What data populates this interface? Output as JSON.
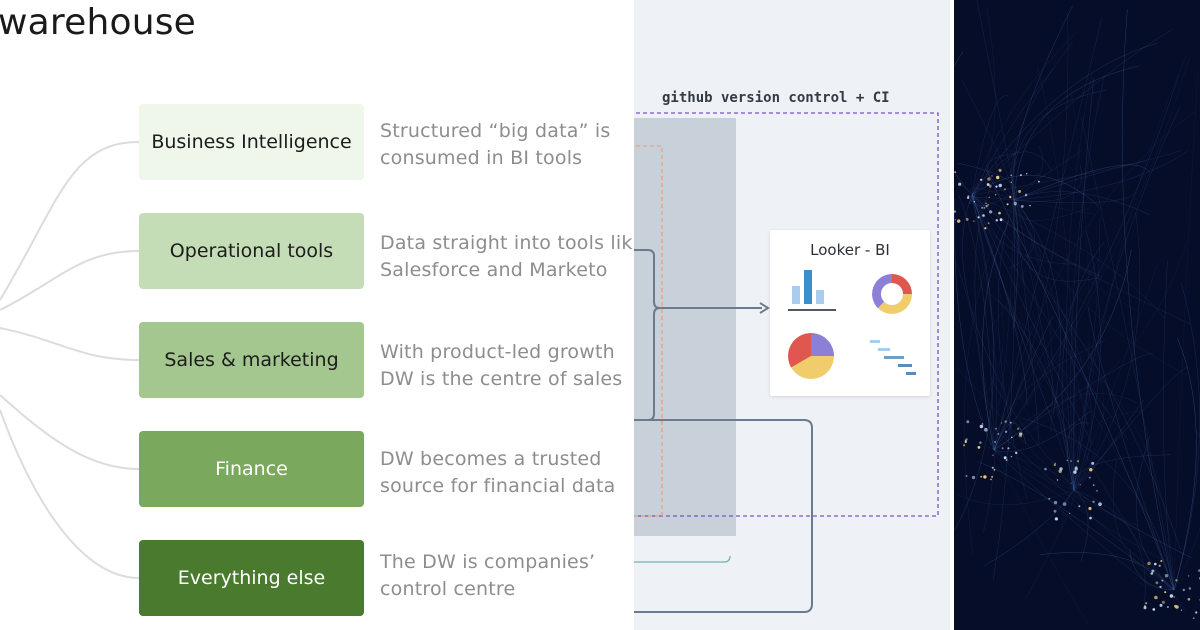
{
  "slide": {
    "title": "warehouse",
    "categories": [
      {
        "label": "Business Intelligence",
        "description": "Structured “big data” is\nconsumed in BI tools",
        "bg": "#eef7ea",
        "fg": "#1c1c1c"
      },
      {
        "label": "Operational tools",
        "description": "Data straight into tools lik\nSalesforce and Marketo",
        "bg": "#c5ddb6",
        "fg": "#1c1c1c"
      },
      {
        "label": "Sales & marketing",
        "description": "With product-led growth\nDW is the centre of sales",
        "bg": "#a3c78e",
        "fg": "#1c1c1c"
      },
      {
        "label": "Finance",
        "description": "DW becomes  a trusted\nsource for financial data",
        "bg": "#7aa85c",
        "fg": "#ffffff"
      },
      {
        "label": "Everything else",
        "description": "The DW is companies’\ncontrol centre",
        "bg": "#4a7a2e",
        "fg": "#ffffff"
      }
    ]
  },
  "pipeline": {
    "vc_label": "github version control + CI",
    "looker_title": "Looker - BI",
    "colors": {
      "dashed_purple": "#7b4fc9",
      "dashed_orange": "#e8a27a",
      "connector": "#6b7b8c",
      "shaded": "#c8d1da"
    }
  },
  "icons": [
    "bar-chart-icon",
    "donut-chart-icon",
    "pie-chart-icon",
    "gantt-chart-icon"
  ]
}
